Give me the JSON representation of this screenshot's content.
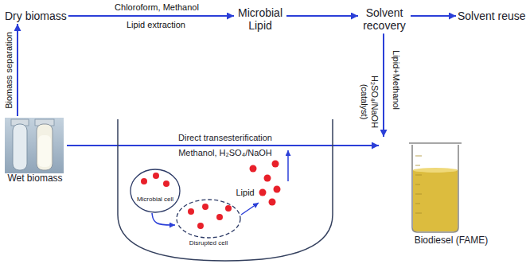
{
  "diagram": {
    "nodes": [
      {
        "text": [
          "Dry biomass"
        ]
      },
      {
        "text": [
          "Microbial Lipid"
        ]
      },
      {
        "text": [
          "Solvent recovery"
        ]
      },
      {
        "text": [
          "Solvent reuse"
        ]
      },
      {
        "text": [
          "Wet biomass"
        ]
      },
      {
        "text": [
          "Biodiesel (FAME)"
        ]
      },
      {
        "text": [
          "Direct transesterification",
          "Methanol, H₂SO₄/NaOH"
        ]
      },
      {
        "text": [
          "Microbial cell"
        ],
        "in": 6
      },
      {
        "text": [
          "Disrupted cell"
        ],
        "in": 6
      }
    ],
    "edges": [
      {
        "from": 0,
        "to": 1,
        "arrow": "to",
        "label": "Chloroform, Methanol"
      },
      {
        "from": 1,
        "to": 2,
        "arrow": "to"
      },
      {
        "from": 2,
        "to": 3,
        "arrow": "to"
      },
      {
        "from": 4,
        "to": 0,
        "arrow": "to",
        "label": "Biomass separation"
      },
      {
        "from": 4,
        "to": 5,
        "arrow": "to"
      },
      {
        "from": 2,
        "to": 5,
        "arrow": "to",
        "label": "Lipid+Methanol"
      },
      {
        "from": 7,
        "to": 8,
        "arrow": "to"
      }
    ],
    "labels": [
      "Lipid extraction",
      "H₂SO₄/NaOH (catalyst)",
      "Lipid"
    ]
  }
}
